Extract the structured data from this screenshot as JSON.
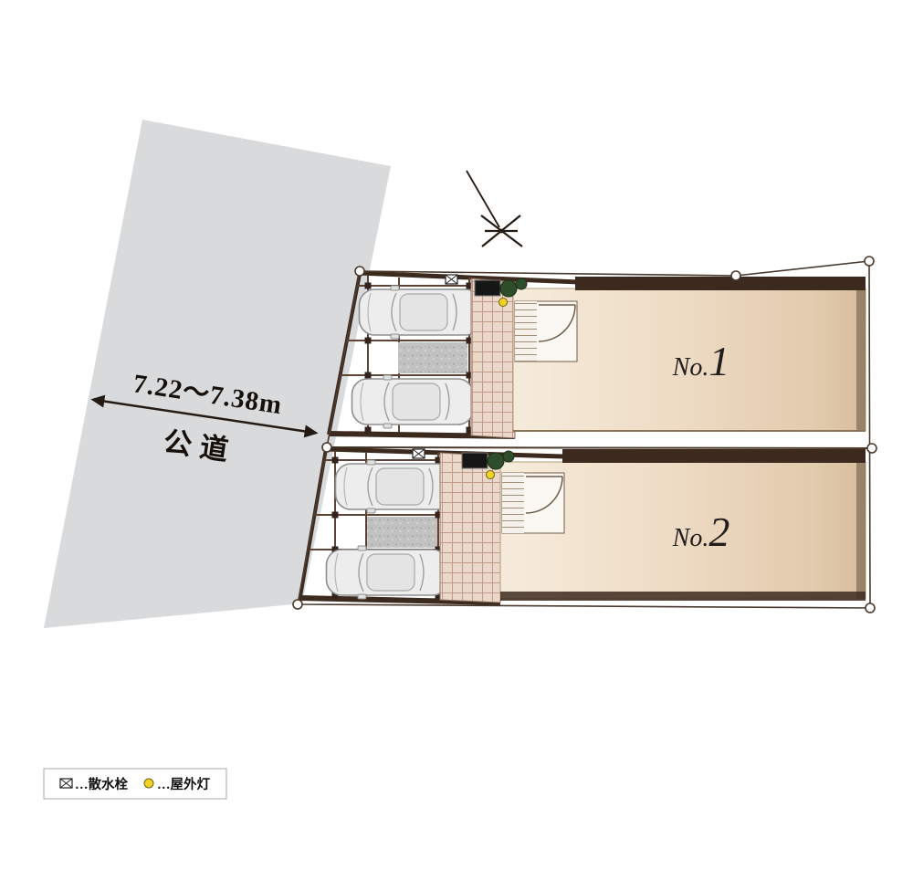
{
  "dimension": {
    "width_label": "7.22〜7.38m",
    "road_label": "公道"
  },
  "lots": [
    {
      "prefix": "No.",
      "number": "1"
    },
    {
      "prefix": "No.",
      "number": "2"
    }
  ],
  "legend": {
    "faucet_label": "…散水栓",
    "light_label": "…屋外灯"
  },
  "colors": {
    "road": "#d9dadb",
    "boundary": "#4a392c",
    "wall": "#3c2a1f",
    "frame": "#5d4434",
    "building_light": "#f6ebdb",
    "building_dark": "#d7bd9d",
    "tile": "#ead8ca",
    "tile_line": "#c39a8a",
    "concrete": "#c2c2c2",
    "car_body": "#ededed",
    "bush": "#2e4d2b",
    "light": "#f2d321",
    "label": "#211d1a",
    "plan_white": "#fbf8f3"
  }
}
